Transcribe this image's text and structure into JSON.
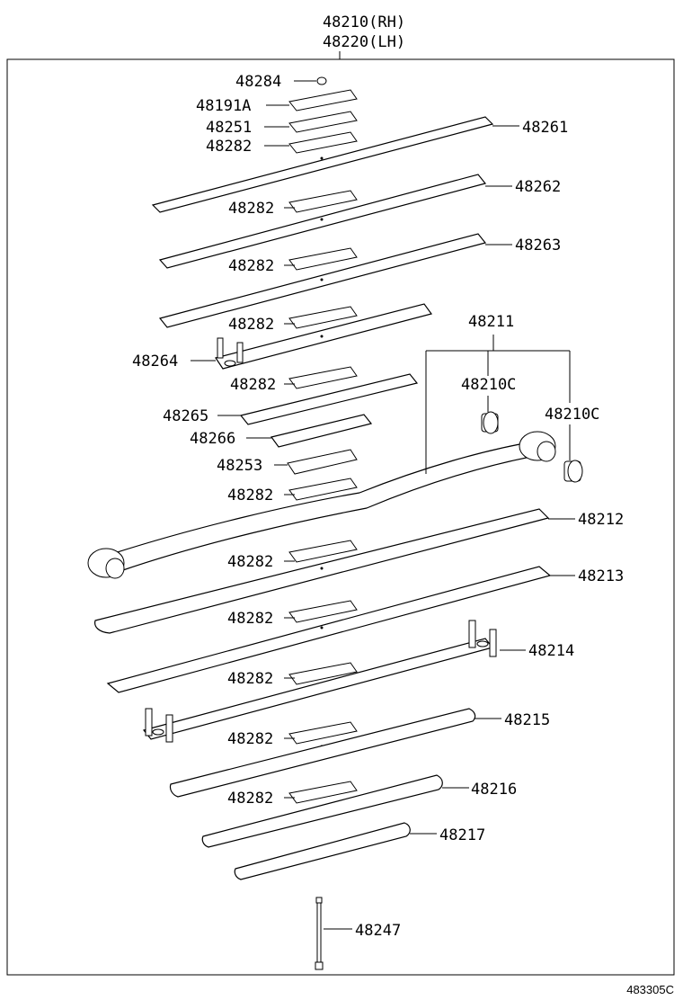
{
  "header": {
    "assembly_rh": "48210(RH)",
    "assembly_lh": "48220(LH)"
  },
  "parts": {
    "p48284": "48284",
    "p48191A": "48191A",
    "p48251": "48251",
    "p48282": "48282",
    "p48261": "48261",
    "p48262": "48262",
    "p48263": "48263",
    "p48264": "48264",
    "p48211": "48211",
    "p48210C": "48210C",
    "p48265": "48265",
    "p48266": "48266",
    "p48253": "48253",
    "p48212": "48212",
    "p48213": "48213",
    "p48214": "48214",
    "p48215": "48215",
    "p48216": "48216",
    "p48217": "48217",
    "p48247": "48247"
  },
  "footer": {
    "diagram_code": "483305C"
  }
}
